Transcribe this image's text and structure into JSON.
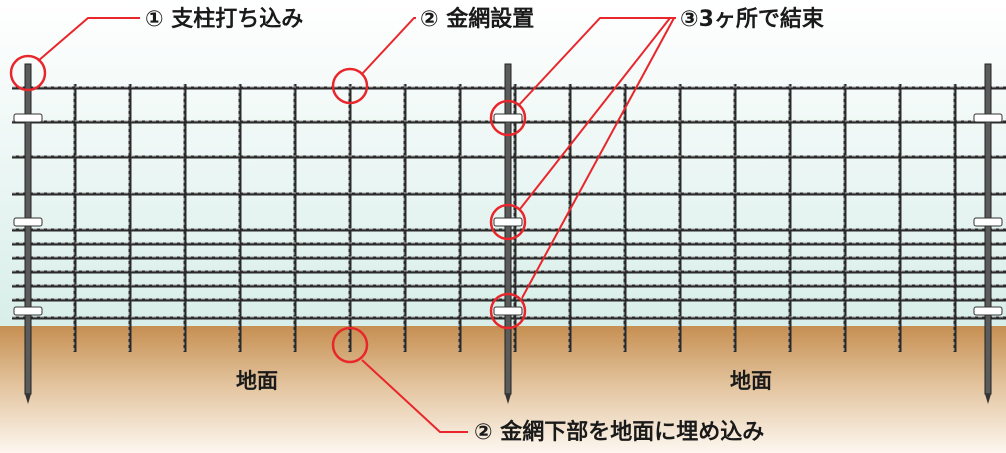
{
  "callouts": {
    "step1": "① 支柱打ち込み",
    "step2": "② 金網設置",
    "step3": "③3ヶ所で結束",
    "step2b": "② 金網下部を地面に埋め込み"
  },
  "ground_labels": [
    "地面",
    "地面"
  ],
  "colors": {
    "sky_top": "#ffffff",
    "sky_bottom": "#d8eee9",
    "soil_top": "#c9945a",
    "soil_bottom": "#fbf4ec",
    "callout": "#e8262b",
    "wire": "#2a2a2a"
  }
}
